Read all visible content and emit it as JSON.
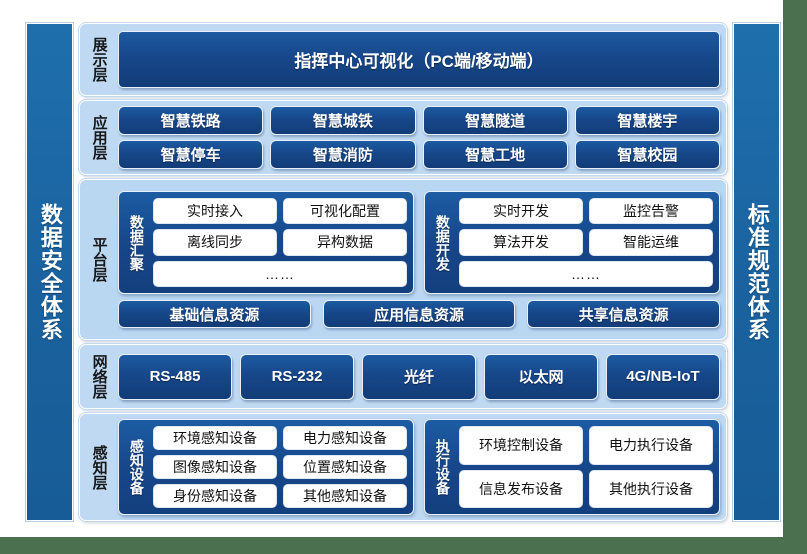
{
  "theme": {
    "page_background": "#4a7050",
    "sheet_background": "#ffffff",
    "band_fill": "#bfd9f2",
    "chip_navy": "#17478a",
    "pillar_blue": "#1a63a0",
    "box_white": "#ffffff",
    "text_light": "#ffffff",
    "text_dark": "#111111"
  },
  "pillars": {
    "left": "数据安全体系",
    "right": "标准规范体系"
  },
  "layers": {
    "display": {
      "title": "展示层",
      "banner": "指挥中心可视化（PC端/移动端）"
    },
    "application": {
      "title": "应用层",
      "rows": [
        [
          "智慧铁路",
          "智慧城铁",
          "智慧隧道",
          "智慧楼宇"
        ],
        [
          "智慧停车",
          "智慧消防",
          "智慧工地",
          "智慧校园"
        ]
      ]
    },
    "platform": {
      "title": "平台层",
      "groups": [
        {
          "label": "数据汇聚",
          "rows": [
            [
              "实时接入",
              "可视化配置"
            ],
            [
              "离线同步",
              "异构数据"
            ]
          ],
          "more": "……"
        },
        {
          "label": "数据开发",
          "rows": [
            [
              "实时开发",
              "监控告警"
            ],
            [
              "算法开发",
              "智能运维"
            ]
          ],
          "more": "……"
        }
      ],
      "resources": [
        "基础信息资源",
        "应用信息资源",
        "共享信息资源"
      ]
    },
    "network": {
      "title": "网络层",
      "items": [
        "RS-485",
        "RS-232",
        "光纤",
        "以太网",
        "4G/NB-IoT"
      ]
    },
    "perception": {
      "title": "感知层",
      "groups": [
        {
          "label": "感知设备",
          "rows": [
            [
              "环境感知设备",
              "电力感知设备"
            ],
            [
              "图像感知设备",
              "位置感知设备"
            ],
            [
              "身份感知设备",
              "其他感知设备"
            ]
          ]
        },
        {
          "label": "执行设备",
          "rows": [
            [
              "环境控制设备",
              "电力执行设备"
            ],
            [
              "信息发布设备",
              "其他执行设备"
            ]
          ]
        }
      ]
    }
  }
}
